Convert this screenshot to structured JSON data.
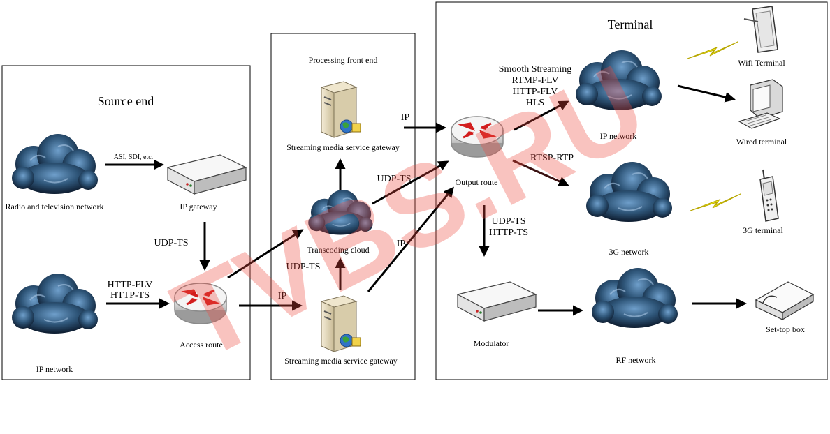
{
  "panels": {
    "source": {
      "title": "Source end"
    },
    "processing": {
      "title": "Processing front end"
    },
    "terminal": {
      "title": "Terminal"
    }
  },
  "nodes": {
    "radio_tv_network": "Radio and television network",
    "ip_gateway": "IP gateway",
    "ip_network_source": "IP network",
    "access_route": "Access route",
    "transcoding_cloud": "Transcoding cloud",
    "gateway_top": "Streaming media service gateway",
    "gateway_bottom": "Streaming media service gateway",
    "output_route": "Output route",
    "ip_network_terminal": "IP network",
    "network_3g": "3G network",
    "modulator": "Modulator",
    "rf_network": "RF network",
    "wifi_terminal": "Wifi Terminal",
    "wired_terminal": "Wired terminal",
    "terminal_3g": "3G terminal",
    "set_top_box": "Set-top box"
  },
  "edges": {
    "asi_sdi": "ASI, SDI, etc.",
    "udp_ts_gateway_to_access": "UDP-TS",
    "http_flv": "HTTP-FLV",
    "http_ts": "HTTP-TS",
    "ip_access_to_gateway": "IP",
    "udp_ts_to_cloud": "UDP-TS",
    "ip_gateway_to_output": "IP",
    "udp_ts_cloud_to_output": "UDP-TS",
    "ip_bottom_to_output": "IP",
    "smooth_streaming": "Smooth Streaming",
    "rtmp_flv": "RTMP-FLV",
    "http_flv_out": "HTTP-FLV",
    "hls": "HLS",
    "rtsp_rtp": "RTSP-RTP",
    "udp_ts_out": "UDP-TS",
    "http_ts_out": "HTTP-TS"
  },
  "watermark": "TVBS.RU",
  "colors": {
    "cloud_dark": "#14283f",
    "cloud_light": "#5c8fbd",
    "arrow": "#000000",
    "router_red": "#d21d1d",
    "bolt": "#f2ee1a",
    "watermark": "#ee4b41"
  }
}
